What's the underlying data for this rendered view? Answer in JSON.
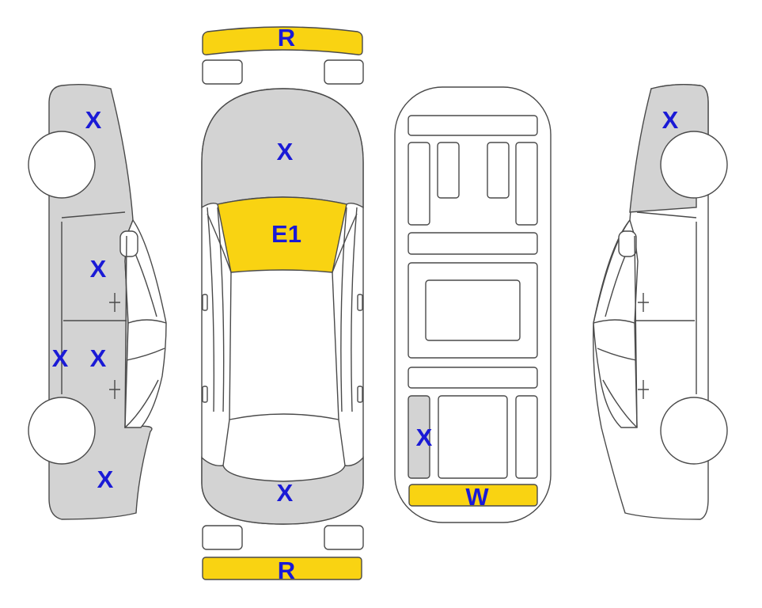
{
  "colors": {
    "outline": "#4a4a4a",
    "damage_gray": "#d3d3d3",
    "damage_yellow": "#f9d312",
    "label_blue": "#1a1ad6",
    "background": "#ffffff"
  },
  "labels": {
    "front_bumper": "R",
    "rear_bumper": "R",
    "hood": "X",
    "windshield": "E1",
    "trunk": "X",
    "left_front_fender": "X",
    "left_front_door": "X",
    "left_rocker": "X",
    "left_rear_door": "X",
    "left_rear_quarter": "X",
    "underbody_rear_left": "X",
    "underbody_rear_panel": "W",
    "right_front_fender": "X"
  }
}
